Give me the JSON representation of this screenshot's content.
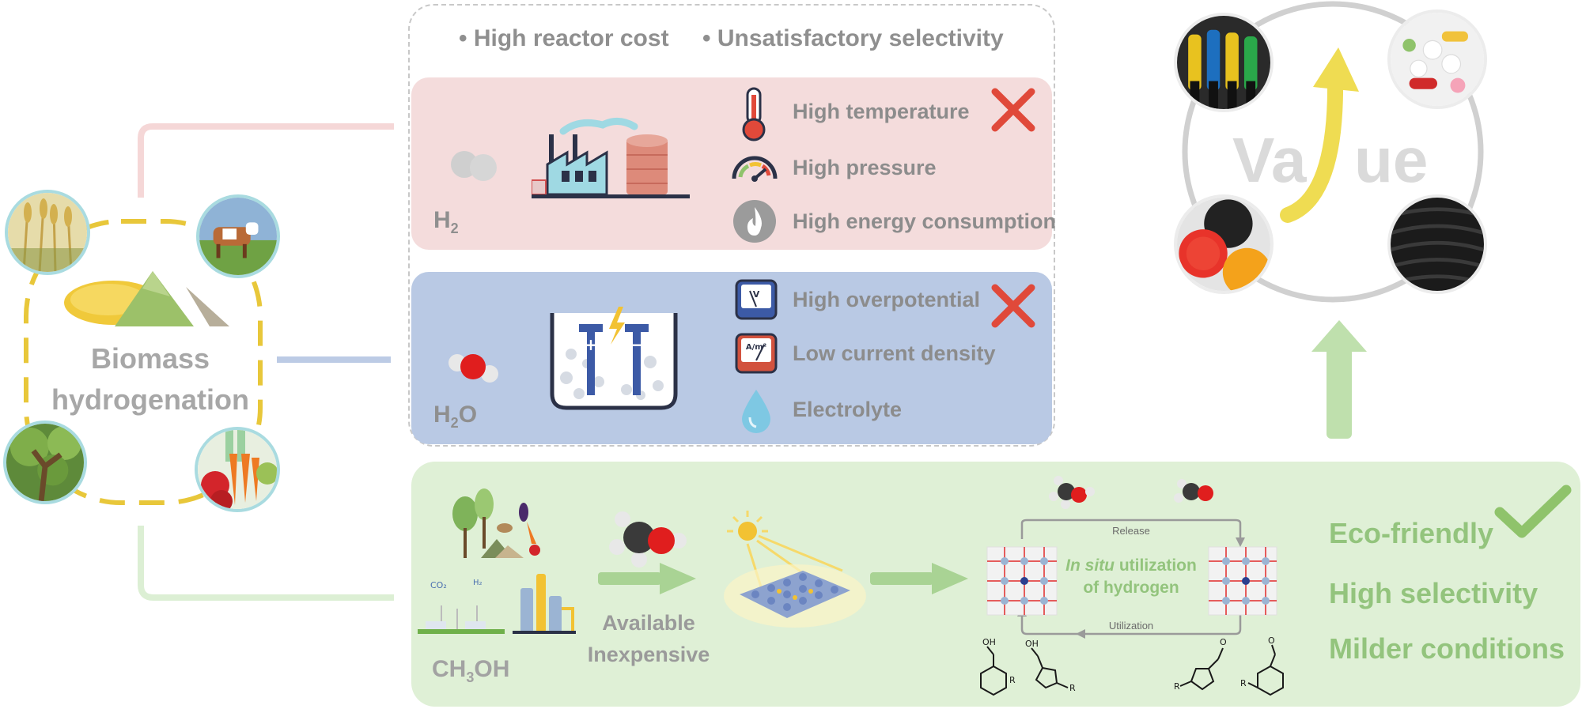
{
  "left": {
    "label_line1": "Biomass",
    "label_line2": "hydrogenation"
  },
  "top_box": {
    "drawback_1": "• High reactor cost",
    "drawback_2": "• Unsatisfactory selectivity"
  },
  "h2_panel": {
    "molecule": "H",
    "molecule_sub": "2",
    "items": [
      "High temperature",
      "High pressure",
      "High energy consumption"
    ]
  },
  "h2o_panel": {
    "molecule_a": "H",
    "molecule_sub": "2",
    "molecule_b": "O",
    "items": [
      "High overpotential",
      "Low current density",
      "Electrolyte"
    ],
    "meter1_text": "V",
    "meter2_text": "A/m²"
  },
  "value_panel": {
    "text_left": "Va",
    "text_right": "ue"
  },
  "methanol_panel": {
    "molecule_a": "CH",
    "molecule_sub": "3",
    "molecule_b": "OH",
    "feature_1": "Available",
    "feature_2": "Inexpensive",
    "release_label": "Release",
    "utilization_label": "Utilization",
    "insitu_italic": "In situ",
    "insitu_rest": " utilization",
    "insitu_line2": "of hydrogen",
    "co2_label": "CO₂",
    "h2_label_small": "H₂",
    "advantages": [
      "Eco-friendly",
      "High selectivity",
      "Milder conditions"
    ],
    "chem_oh": "OH",
    "chem_r": "R",
    "chem_o": "O"
  },
  "colors": {
    "h2_panel_bg": "#f4dcdc",
    "h2o_panel_bg": "#b9c9e4",
    "methanol_panel_bg": "#dff0d6",
    "cross": "#e0493a",
    "check": "#8fc36b",
    "yellow_dash": "#e9c93b",
    "gray_text": "#8c8c8c"
  },
  "icons": [
    "thermometer-icon",
    "pressure-gauge-icon",
    "flame-icon",
    "voltmeter-icon",
    "ammeter-icon",
    "water-drop-icon",
    "cross-icon",
    "check-icon",
    "sun-icon",
    "arrow-icon"
  ]
}
